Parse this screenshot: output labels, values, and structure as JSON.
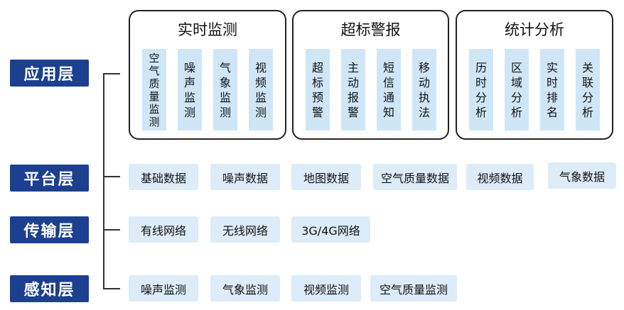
{
  "layers": {
    "application": "应用层",
    "platform": "平台层",
    "transport": "传输层",
    "perception": "感知层"
  },
  "application_groups": [
    {
      "title": "实时监测",
      "items": [
        "空气质量监测",
        "噪声监测",
        "气象监测",
        "视频监测"
      ]
    },
    {
      "title": "超标警报",
      "items": [
        "超标预警",
        "主动报警",
        "短信通知",
        "移动执法"
      ]
    },
    {
      "title": "统计分析",
      "items": [
        "历时分析",
        "区域分析",
        "实时排名",
        "关联分析"
      ]
    }
  ],
  "platform_items": [
    "基础数据",
    "噪声数据",
    "地图数据",
    "空气质量数据",
    "视频数据",
    "气象数据"
  ],
  "transport_items": [
    "有线网络",
    "无线网络",
    "3G/4G网络"
  ],
  "perception_items": [
    "噪声监测",
    "气象监测",
    "视频监测",
    "空气质量监测"
  ],
  "colors": {
    "layer_label_bg": "#1c3f8f",
    "box_bg": "#dcecf8",
    "vbox_bg": "#cfe6f7"
  }
}
